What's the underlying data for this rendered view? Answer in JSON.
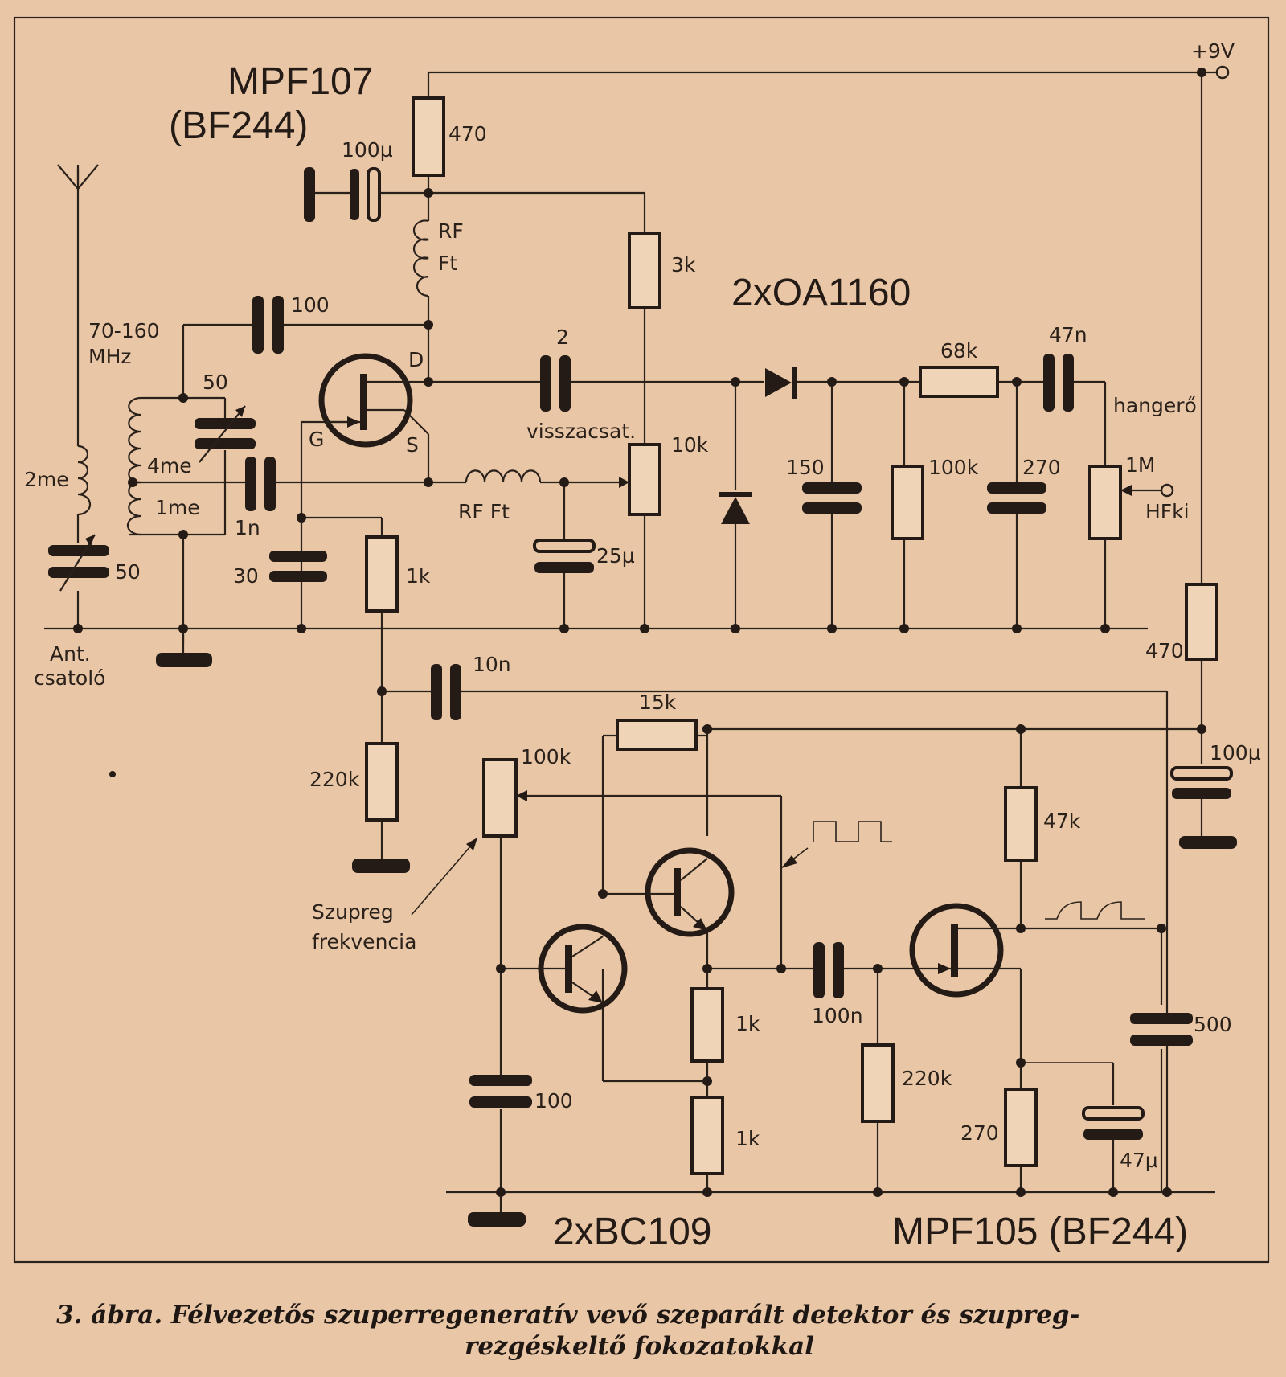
{
  "supply": {
    "label": "+9V"
  },
  "transistors": {
    "rf": {
      "type": "MPF107",
      "alt": "(BF244)"
    },
    "osc": {
      "label": "2xBC109"
    },
    "buffer": {
      "label": "MPF105 (BF244)"
    }
  },
  "diodes": {
    "label": "2xOA1160"
  },
  "antenna": {
    "coil": "2me",
    "trimmer": "50",
    "coupler_line1": "Ant.",
    "coupler_line2": "csatoló"
  },
  "tank": {
    "band_line1": "70-160",
    "band_line2": "MHz",
    "trimmer": "50",
    "tap_upper": "4me",
    "tap_lower": "1me"
  },
  "pins": {
    "d": "D",
    "g": "G",
    "s": "S"
  },
  "labels": {
    "c_100u_top": "100µ",
    "r_470_top": "470",
    "rfc_top_1": "RF",
    "rfc_top_2": "Ft",
    "c_100_fb": "100",
    "r_3k": "3k",
    "c_2": "2",
    "feedback": "visszacsat.",
    "pot_10k": "10k",
    "c_1n": "1n",
    "rfc_src": "RF  Ft",
    "c_30": "30",
    "r_1k_gate": "1k",
    "c_25u": "25µ",
    "c_150": "150",
    "r_68k": "68k",
    "r_100k": "100k",
    "c_47n": "47n",
    "c_270": "270",
    "volume": "hangerő",
    "pot_1m": "1M",
    "af_out": "HFki",
    "c_10n": "10n",
    "r_220k_left": "220k",
    "r_470_side": "470",
    "c_100u_side": "100µ",
    "r_15k": "15k",
    "pot_100k": "100k",
    "r_47k": "47k",
    "superregen_1": "Szupreg",
    "superregen_2": "frekvencia",
    "r_1k_e1": "1k",
    "r_1k_e2": "1k",
    "c_100n": "100n",
    "r_220k_right": "220k",
    "c_500": "500",
    "c_100_low": "100",
    "r_270_s": "270",
    "c_47u": "47µ"
  },
  "caption": {
    "line1": "3. ábra. Félvezetős szuperregeneratív vevő szeparált detektor és szupreg-",
    "line2": "rezgéskeltő fokozatokkal"
  }
}
